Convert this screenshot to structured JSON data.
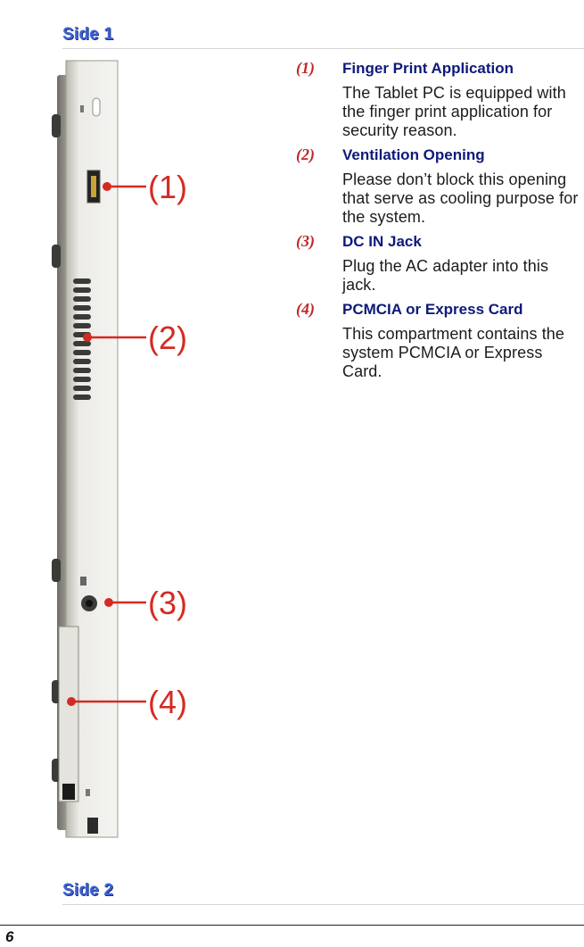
{
  "section1": {
    "heading": "Side 1"
  },
  "section2": {
    "heading": "Side 2"
  },
  "figure": {
    "callouts": [
      "(1)",
      "(2)",
      "(3)",
      "(4)"
    ],
    "callout_color": "#d42a22"
  },
  "items": [
    {
      "num": "(1)",
      "title": "Finger Print Application",
      "desc": "The Tablet PC is equipped with the finger print application for security reason."
    },
    {
      "num": "(2)",
      "title": "Ventilation Opening",
      "desc": "Please don’t block this opening that serve as cooling purpose for the system."
    },
    {
      "num": "(3)",
      "title": "DC IN Jack",
      "desc": "Plug the AC adapter into this jack."
    },
    {
      "num": "(4)",
      "title": "PCMCIA or Express Card",
      "desc": "This compartment contains the system PCMCIA or Express Card."
    }
  ],
  "page_number": "6",
  "colors": {
    "heading": "#3d63d6",
    "item_title": "#0d1a7a",
    "item_number": "#c0282a"
  }
}
